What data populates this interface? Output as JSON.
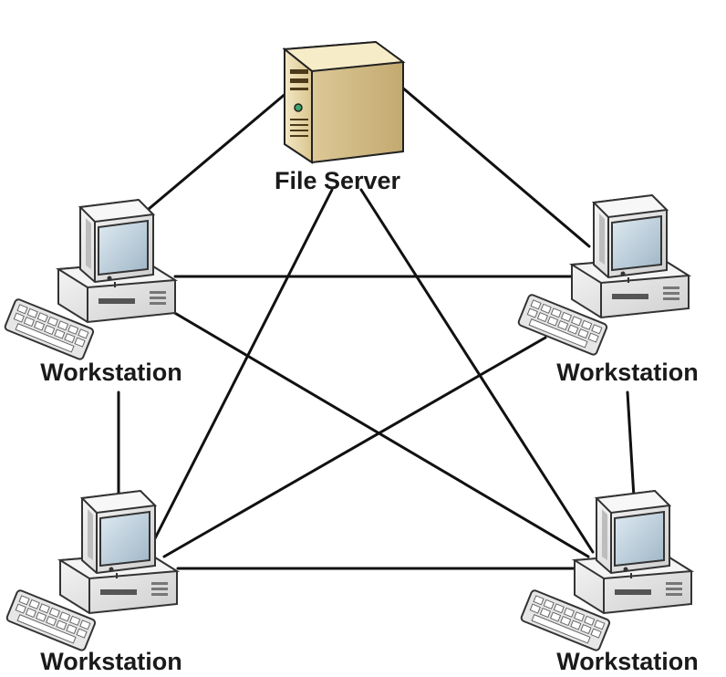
{
  "diagram": {
    "server": {
      "label": "File Server",
      "icon": "file-server-icon"
    },
    "workstations": [
      {
        "id": "ws-top-left",
        "label": "Workstation",
        "icon": "workstation-computer-icon"
      },
      {
        "id": "ws-top-right",
        "label": "Workstation",
        "icon": "workstation-computer-icon"
      },
      {
        "id": "ws-bottom-left",
        "label": "Workstation",
        "icon": "workstation-computer-icon"
      },
      {
        "id": "ws-bottom-right",
        "label": "Workstation",
        "icon": "workstation-computer-icon"
      }
    ],
    "topology": "full-mesh",
    "colors": {
      "server_body": "#e8d8a8",
      "server_shadow": "#b89a5c",
      "computer_body": "#ececec",
      "screen": "#c8dce8",
      "line": "#111111"
    }
  }
}
